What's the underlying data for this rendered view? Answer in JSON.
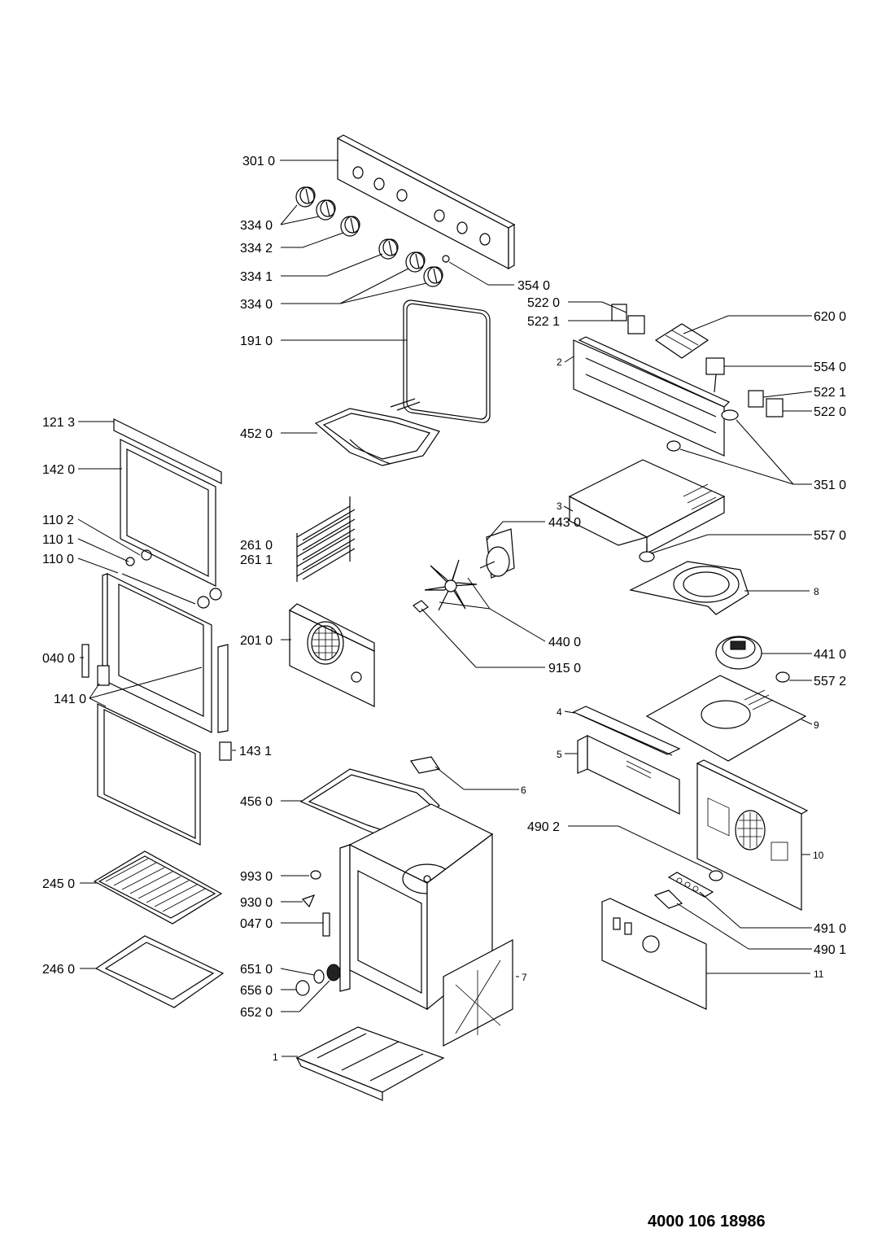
{
  "document_number": "4000 106 18986",
  "labels": {
    "p3010": "301 0",
    "p3340a": "334 0",
    "p3342": "334 2",
    "p3341": "334 1",
    "p3340b": "334 0",
    "p3540": "354 0",
    "p5220a": "522 0",
    "p5221a": "522 1",
    "p6200": "620 0",
    "p1910": "191 0",
    "p2": "2",
    "p5540": "554 0",
    "p5221b": "522 1",
    "p5220b": "522 0",
    "p1213": "121 3",
    "p4520": "452 0",
    "p3510": "351 0",
    "p1420": "142 0",
    "p3": "3",
    "p4430": "443 0",
    "p5570": "557 0",
    "p1102": "110 2",
    "p1101": "110 1",
    "p1100": "110 0",
    "p2610": "261 0",
    "p2611": "261 1",
    "p8": "8",
    "p2010": "201 0",
    "p4400": "440 0",
    "p4410": "441 0",
    "p0400": "040 0",
    "p9150": "915 0",
    "p5572": "557 2",
    "p1410": "141 0",
    "p4": "4",
    "p9": "9",
    "p1431": "143 1",
    "p5": "5",
    "p6": "6",
    "p4560": "456 0",
    "p4902": "490 2",
    "p10": "10",
    "p2450": "245 0",
    "p9930": "993 0",
    "p9300": "930 0",
    "p0470": "047 0",
    "p4910": "491 0",
    "p4901": "490 1",
    "p2460": "246 0",
    "p6510": "651 0",
    "p6560": "656 0",
    "p6520": "652 0",
    "p7": "7",
    "p11": "11",
    "p1": "1"
  }
}
